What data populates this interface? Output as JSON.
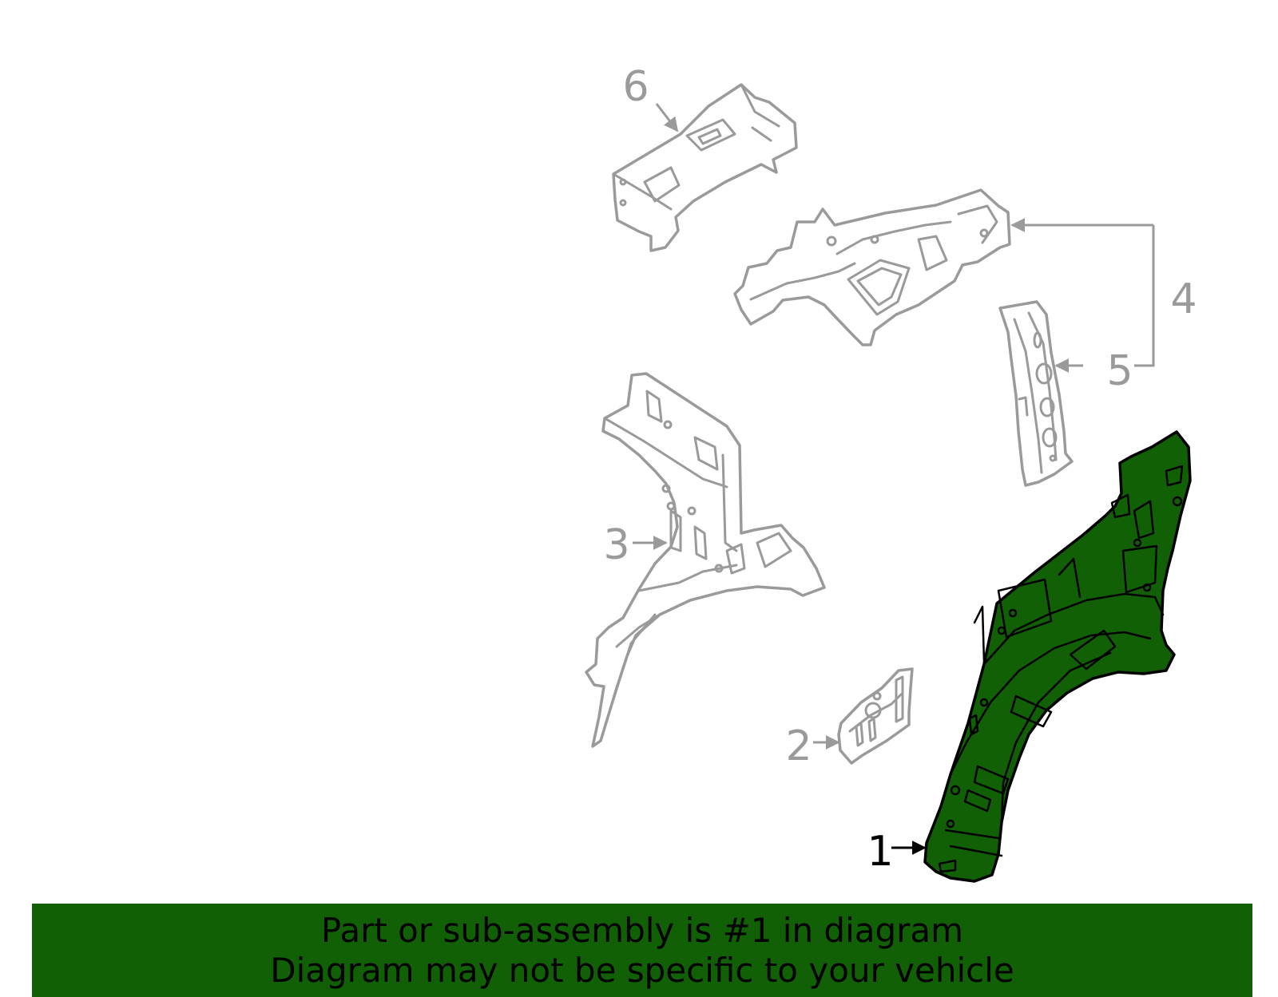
{
  "diagram": {
    "colors": {
      "highlight_fill": "#116005",
      "part_stroke": "#9a9a9a",
      "highlight_stroke": "#000000",
      "banner_bg": "#116005"
    },
    "callouts": [
      {
        "id": "1",
        "label": "1",
        "highlighted": true
      },
      {
        "id": "2",
        "label": "2",
        "highlighted": false
      },
      {
        "id": "3",
        "label": "3",
        "highlighted": false
      },
      {
        "id": "4",
        "label": "4",
        "highlighted": false
      },
      {
        "id": "5",
        "label": "5",
        "highlighted": false
      },
      {
        "id": "6",
        "label": "6",
        "highlighted": false
      }
    ]
  },
  "banner": {
    "line1": "Part or sub-assembly is #1 in diagram",
    "line2": "Diagram may not be specific to your vehicle"
  }
}
